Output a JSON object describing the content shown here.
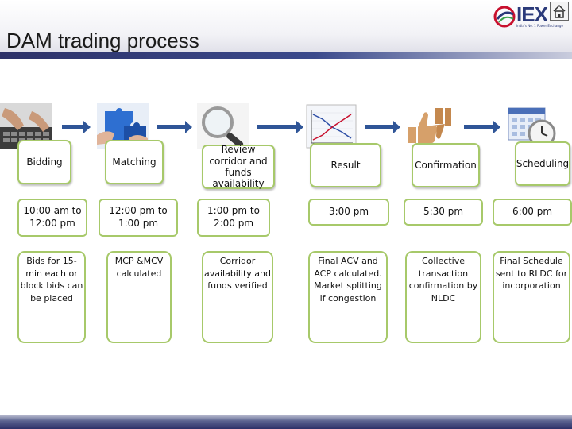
{
  "title": "DAM trading process",
  "logo": {
    "name": "IEX",
    "tagline": "India's No. 1 Power Exchange"
  },
  "steps": [
    {
      "label": "Bidding",
      "time": "10:00 am to 12:00 pm",
      "desc": "Bids for 15-min each or block bids can be placed",
      "image": "typing-hands-image"
    },
    {
      "label": "Matching",
      "time": "12:00 pm to 1:00 pm",
      "desc": "MCP &MCV calculated",
      "image": "puzzle-hands-image"
    },
    {
      "label": "Review corridor and funds availability",
      "time": "1:00 pm to 2:00 pm",
      "desc": "Corridor availability and funds verified",
      "image": "magnifier-image"
    },
    {
      "label": "Result",
      "time": "3:00 pm",
      "desc": "Final ACV and ACP calculated. Market splitting if congestion",
      "image": "graph-image"
    },
    {
      "label": "Confirmation",
      "time": "5:30 pm",
      "desc": "Collective transaction confirmation by NLDC",
      "image": "thumbs-image"
    },
    {
      "label": "Scheduling",
      "time": "6:00 pm",
      "desc": "Final Schedule sent to RLDC for incorporation",
      "image": "calendar-clock-image"
    }
  ],
  "colors": {
    "header_band": "#2d3168",
    "box_border": "#a7c96a",
    "arrow": "#2f5597"
  }
}
